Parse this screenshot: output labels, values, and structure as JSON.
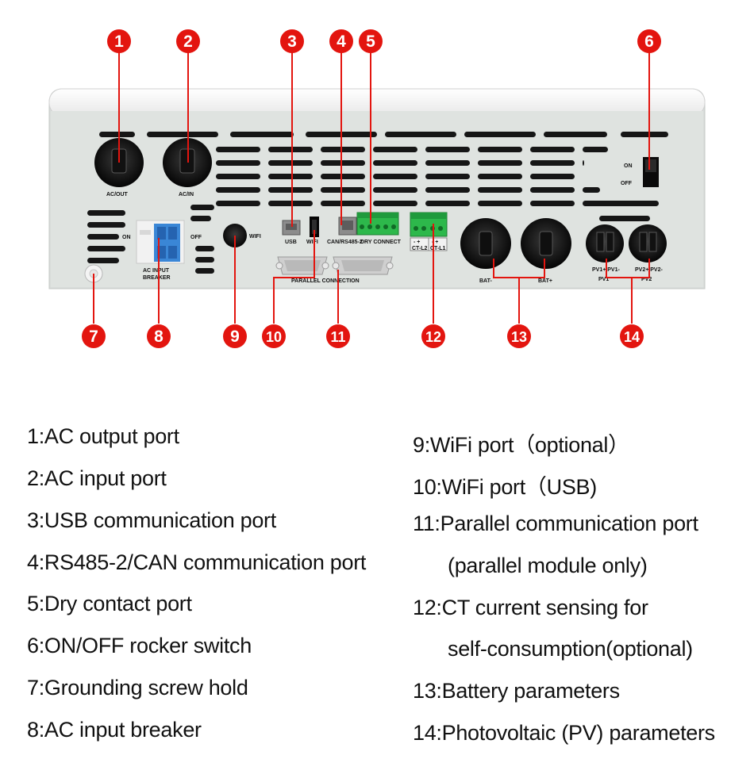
{
  "panel_labels": {
    "ac_out": "AC/OUT",
    "ac_in": "AC/IN",
    "on": "ON",
    "off": "OFF",
    "usb": "USB",
    "wifi_usb": "WIFI",
    "can_rs485": "CAN/RS485-2",
    "dry_connect": "DRY CONNECT",
    "wifi": "WIFI",
    "breaker_on": "ON",
    "breaker_off": "OFF",
    "breaker_line1": "AC INPUT",
    "breaker_line2": "BREAKER",
    "parallel_connection": "PARALLEL CONNECTION",
    "ct_l2": "CT-L2",
    "ct_l1": "CT-L1",
    "ct_polarity": "- +",
    "bat_minus": "BAT-",
    "bat_plus": "BAT+",
    "pv1_terms": "PV1+ PV1-",
    "pv2_terms": "PV2+ PV2-",
    "pv1": "PV1",
    "pv2": "PV2"
  },
  "callouts": [
    "1",
    "2",
    "3",
    "4",
    "5",
    "6",
    "7",
    "8",
    "9",
    "10",
    "11",
    "12",
    "13",
    "14"
  ],
  "legend_left": [
    "1:AC output port",
    "2:AC input port",
    "3:USB communication port",
    "4:RS485-2/CAN communication port",
    "5:Dry contact port",
    "6:ON/OFF rocker switch",
    "7:Grounding screw hold",
    "8:AC input breaker"
  ],
  "legend_right": [
    "9:WiFi port（optional）",
    "10:WiFi port（USB)",
    "11:Parallel communication port",
    "(parallel module only)",
    "12:CT current sensing for",
    "self-consumption(optional)",
    "13:Battery parameters",
    "14:Photovoltaic (PV) parameters"
  ],
  "colors": {
    "callout_fill": "#e3150f",
    "panel_body": "#dfe3e0",
    "panel_top": "#f6f6f6",
    "terminal_green": "#2db84b",
    "breaker_blue": "#3a86d6",
    "leader_line": "#e3150f"
  }
}
